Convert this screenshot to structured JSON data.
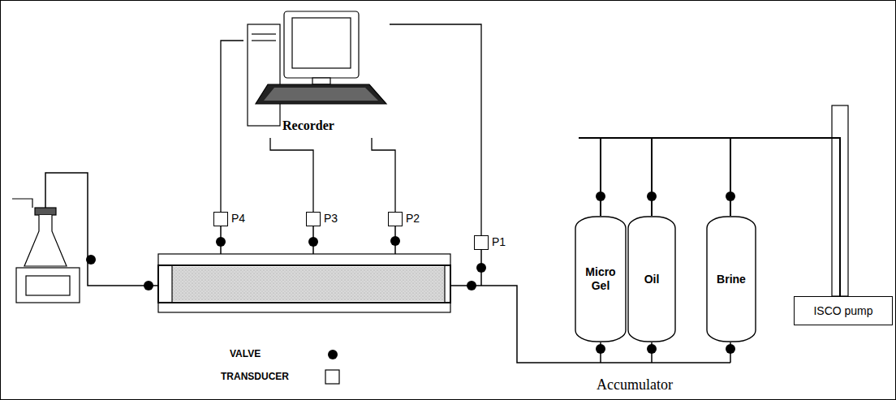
{
  "diagram": {
    "nodes": [
      {
        "text": [
          "Recorder"
        ]
      },
      {
        "text": [
          "P4"
        ]
      },
      {
        "text": [
          "P3"
        ]
      },
      {
        "text": [
          "P2"
        ]
      },
      {
        "text": [
          "P1"
        ]
      },
      {
        "text": [
          "Micro Gel"
        ]
      },
      {
        "text": [
          "Oil"
        ]
      },
      {
        "text": [
          "Brine"
        ]
      },
      {
        "text": [
          "ISCO pump"
        ]
      }
    ],
    "edges": [
      {
        "from": 1,
        "to": 0,
        "arrow": "none"
      },
      {
        "from": 2,
        "to": 0,
        "arrow": "none"
      },
      {
        "from": 3,
        "to": 0,
        "arrow": "none"
      },
      {
        "from": 4,
        "to": 0,
        "arrow": "none"
      },
      {
        "from": 8,
        "to": 5,
        "arrow": "none"
      },
      {
        "from": 8,
        "to": 6,
        "arrow": "none"
      },
      {
        "from": 8,
        "to": 7,
        "arrow": "none"
      }
    ],
    "labels": [
      "Accumulator"
    ],
    "legend": [
      {
        "text": "VALVE"
      },
      {
        "text": "TRANSDUCER"
      }
    ]
  }
}
